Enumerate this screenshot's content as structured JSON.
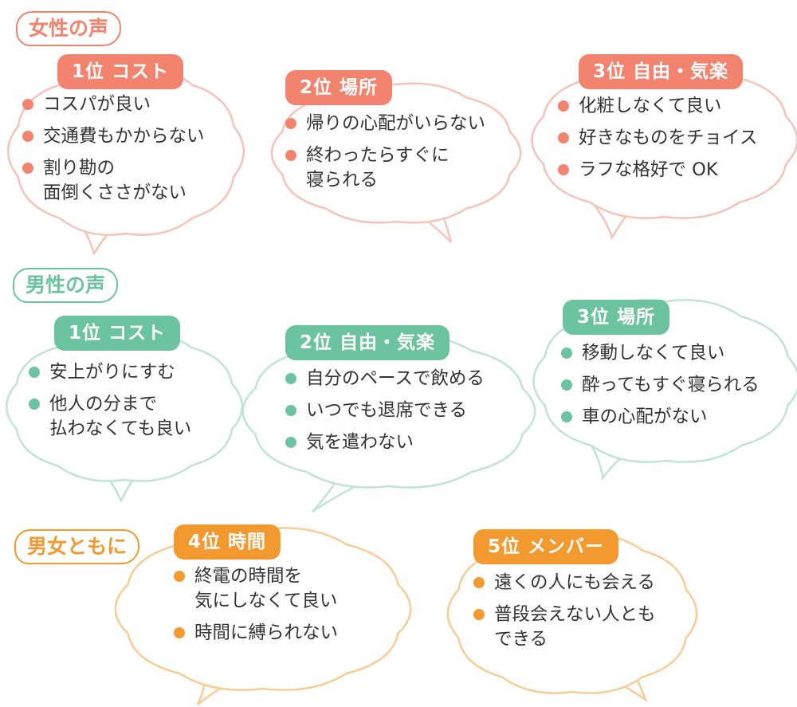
{
  "colors": {
    "female": "#f2846f",
    "female_bubble": "#f6c3b8",
    "male": "#6cc39f",
    "male_bubble": "#bfe4d3",
    "both": "#f29a30",
    "both_bubble": "#f7cc95"
  },
  "sections": [
    {
      "id": "female",
      "label": "女性の声",
      "bubbles": [
        {
          "rank": "1位 コスト",
          "items": [
            "コスパが良い",
            "交通費もかからない",
            "割り勘の\n面倒くささがない"
          ]
        },
        {
          "rank": "2位 場所",
          "items": [
            "帰りの心配がいらない",
            "終わったらすぐに\n寝られる"
          ]
        },
        {
          "rank": "3位 自由・気楽",
          "items": [
            "化粧しなくて良い",
            "好きなものをチョイス",
            "ラフな格好で OK"
          ]
        }
      ]
    },
    {
      "id": "male",
      "label": "男性の声",
      "bubbles": [
        {
          "rank": "1位 コスト",
          "items": [
            "安上がりにすむ",
            "他人の分まで\n払わなくても良い"
          ]
        },
        {
          "rank": "2位 自由・気楽",
          "items": [
            "自分のペースで飲める",
            "いつでも退席できる",
            "気を遣わない"
          ]
        },
        {
          "rank": "3位 場所",
          "items": [
            "移動しなくて良い",
            "酔ってもすぐ寝られる",
            "車の心配がない"
          ]
        }
      ]
    },
    {
      "id": "both",
      "label": "男女ともに",
      "bubbles": [
        {
          "rank": "4位 時間",
          "items": [
            "終電の時間を\n気にしなくて良い",
            "時間に縛られない"
          ]
        },
        {
          "rank": "5位 メンバー",
          "items": [
            "遠くの人にも会える",
            "普段会えない人とも\nできる"
          ]
        }
      ]
    }
  ]
}
